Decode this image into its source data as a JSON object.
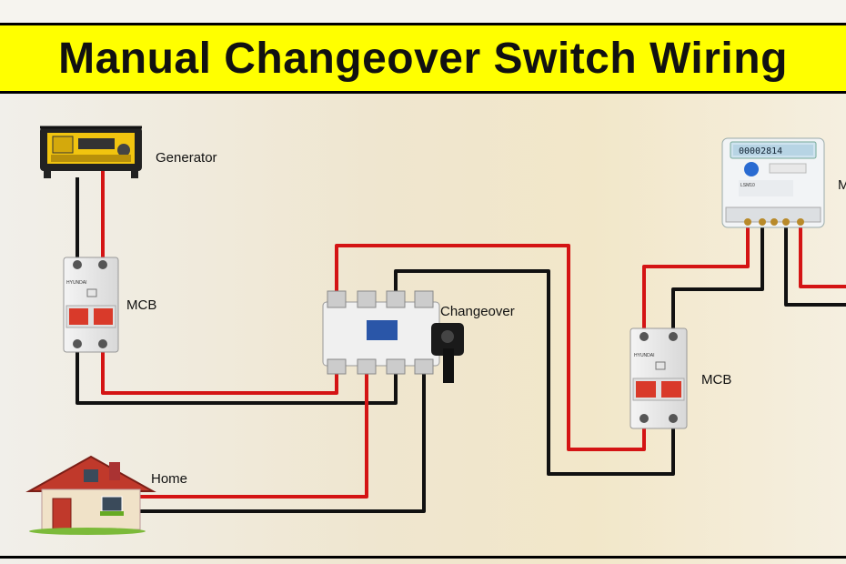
{
  "title": "Manual Changeover Switch Wiring",
  "labels": {
    "generator": "Generator",
    "mcb_left": "MCB",
    "changeover": "Changeover",
    "mcb_right": "MCB",
    "home": "Home",
    "meter_partial": "M"
  },
  "devices": {
    "mcb_brand": "HYUNDAI",
    "meter_reading": "00002814",
    "meter_brand": "LSM10"
  },
  "colors": {
    "title_bg": "#ffff00",
    "live_wire": "#d41414",
    "neutral_wire": "#111111"
  }
}
